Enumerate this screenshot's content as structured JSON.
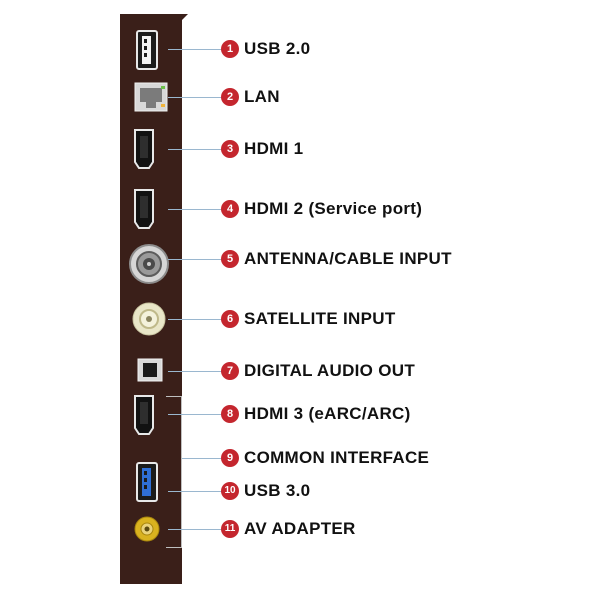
{
  "colors": {
    "panel": "#3a1f19",
    "badge": "#c4262e",
    "leader": "#9ab7cf",
    "label": "#111111"
  },
  "ports": [
    {
      "number": "1",
      "label": "USB 2.0",
      "icon": "usb-port-icon"
    },
    {
      "number": "2",
      "label": "LAN",
      "icon": "ethernet-port-icon"
    },
    {
      "number": "3",
      "label": "HDMI 1",
      "icon": "hdmi-port-icon"
    },
    {
      "number": "4",
      "label": "HDMI 2 (Service port)",
      "icon": "hdmi-port-icon"
    },
    {
      "number": "5",
      "label": "ANTENNA/CABLE INPUT",
      "icon": "coaxial-connector-icon"
    },
    {
      "number": "6",
      "label": "SATELLITE INPUT",
      "icon": "satellite-connector-icon"
    },
    {
      "number": "7",
      "label": "DIGITAL AUDIO OUT",
      "icon": "optical-port-icon"
    },
    {
      "number": "8",
      "label": "HDMI 3 (eARC/ARC)",
      "icon": "hdmi-port-icon"
    },
    {
      "number": "9",
      "label": "COMMON INTERFACE",
      "icon": "ci-slot-icon"
    },
    {
      "number": "10",
      "label": "USB 3.0",
      "icon": "usb3-port-icon"
    },
    {
      "number": "11",
      "label": "AV ADAPTER",
      "icon": "av-jack-icon"
    }
  ]
}
